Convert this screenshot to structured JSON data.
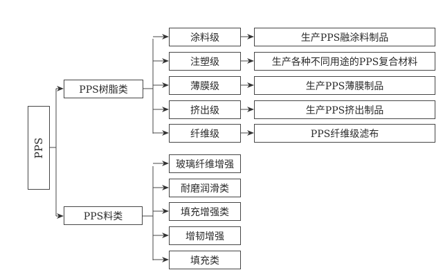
{
  "root": {
    "label": "PPS"
  },
  "branches": [
    {
      "label": "PPS树脂类",
      "children": [
        {
          "label": "涂料级",
          "product": "生产PPS融涂料制品"
        },
        {
          "label": "注塑级",
          "product": "生产各种不同用途的PPS复合材料"
        },
        {
          "label": "薄膜级",
          "product": "生产PPS薄膜制品"
        },
        {
          "label": "挤出级",
          "product": "生产PPS挤出制品"
        },
        {
          "label": "纤维级",
          "product": "PPS纤维级滤布"
        }
      ]
    },
    {
      "label": "PPS料类",
      "children": [
        {
          "label": "玻璃纤维增强"
        },
        {
          "label": "耐磨润滑类"
        },
        {
          "label": "填充增强类"
        },
        {
          "label": "增韧增强"
        },
        {
          "label": "填充类"
        }
      ]
    }
  ],
  "colors": {
    "line": "#444444",
    "text": "#2a2a2a"
  }
}
